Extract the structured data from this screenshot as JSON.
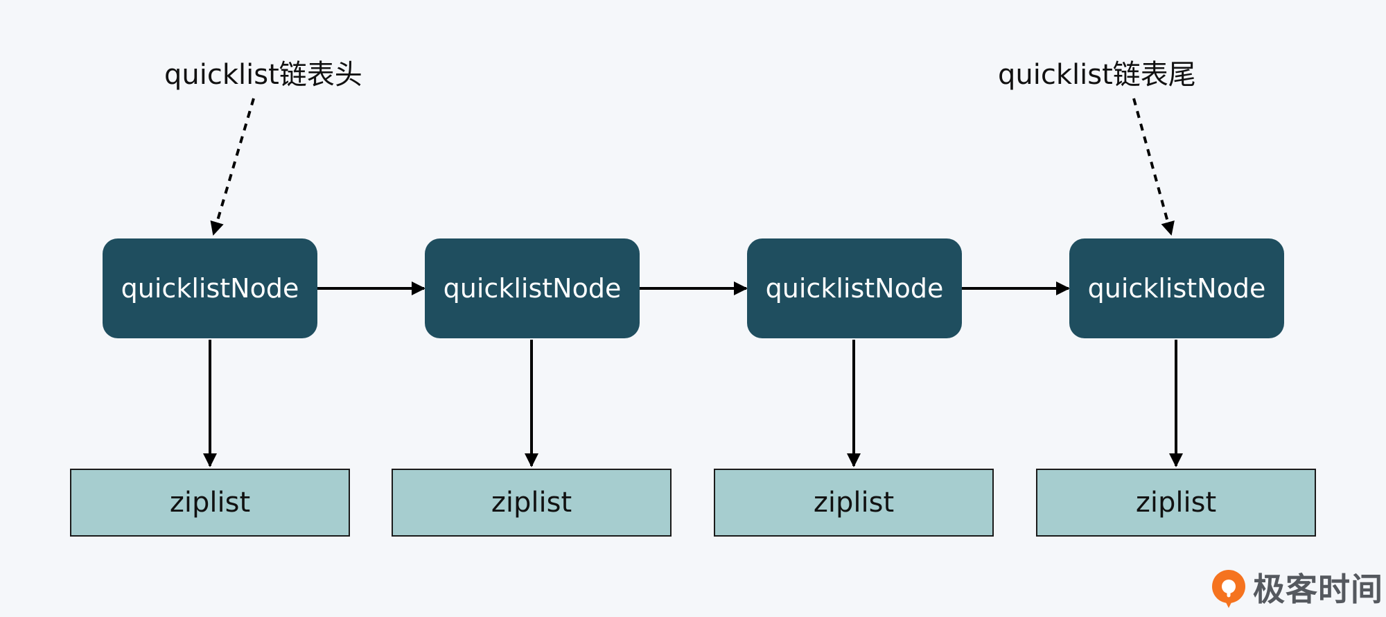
{
  "labels": {
    "head": "quicklist链表头",
    "tail": "quicklist链表尾"
  },
  "nodes": [
    {
      "label": "quicklistNode",
      "ziplist": "ziplist"
    },
    {
      "label": "quicklistNode",
      "ziplist": "ziplist"
    },
    {
      "label": "quicklistNode",
      "ziplist": "ziplist"
    },
    {
      "label": "quicklistNode",
      "ziplist": "ziplist"
    }
  ],
  "brand": {
    "text": "极客时间",
    "icon": "geektime-logo-icon"
  },
  "colors": {
    "node_fill": "#1f4e5f",
    "ziplist_fill": "#a6cdcf",
    "arrow": "#000000",
    "background": "#f5f7fa",
    "brand_orange": "#f5731f"
  }
}
